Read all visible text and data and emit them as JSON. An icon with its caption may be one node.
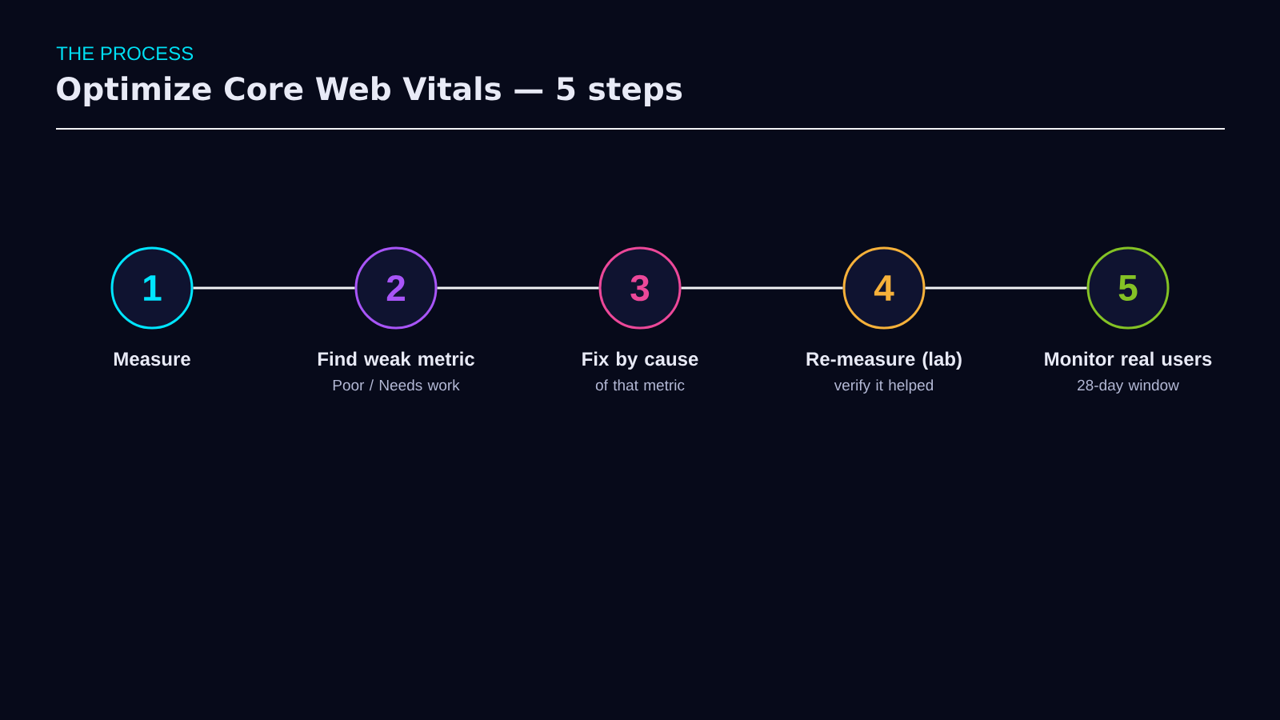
{
  "diagram": {
    "title": "Optimize Core Web Vitals — 5 steps",
    "nodes": [
      {
        "text": [
          "1"
        ],
        "beside": [
          "Measure"
        ]
      },
      {
        "text": [
          "2"
        ],
        "beside": [
          "Find weak metric",
          "Poor / Needs work"
        ]
      },
      {
        "text": [
          "3"
        ],
        "beside": [
          "Fix by cause",
          "of that metric"
        ]
      },
      {
        "text": [
          "4"
        ],
        "beside": [
          "Re-measure (lab)",
          "verify it helped"
        ]
      },
      {
        "text": [
          "5"
        ],
        "beside": [
          "Monitor real users",
          "28-day window"
        ]
      }
    ],
    "edges": [
      {
        "from": 0,
        "to": 1,
        "arrow": "none"
      },
      {
        "from": 1,
        "to": 2,
        "arrow": "none"
      },
      {
        "from": 2,
        "to": 3,
        "arrow": "none"
      },
      {
        "from": 3,
        "to": 4,
        "arrow": "none"
      }
    ],
    "labels": [
      "THE PROCESS"
    ]
  }
}
